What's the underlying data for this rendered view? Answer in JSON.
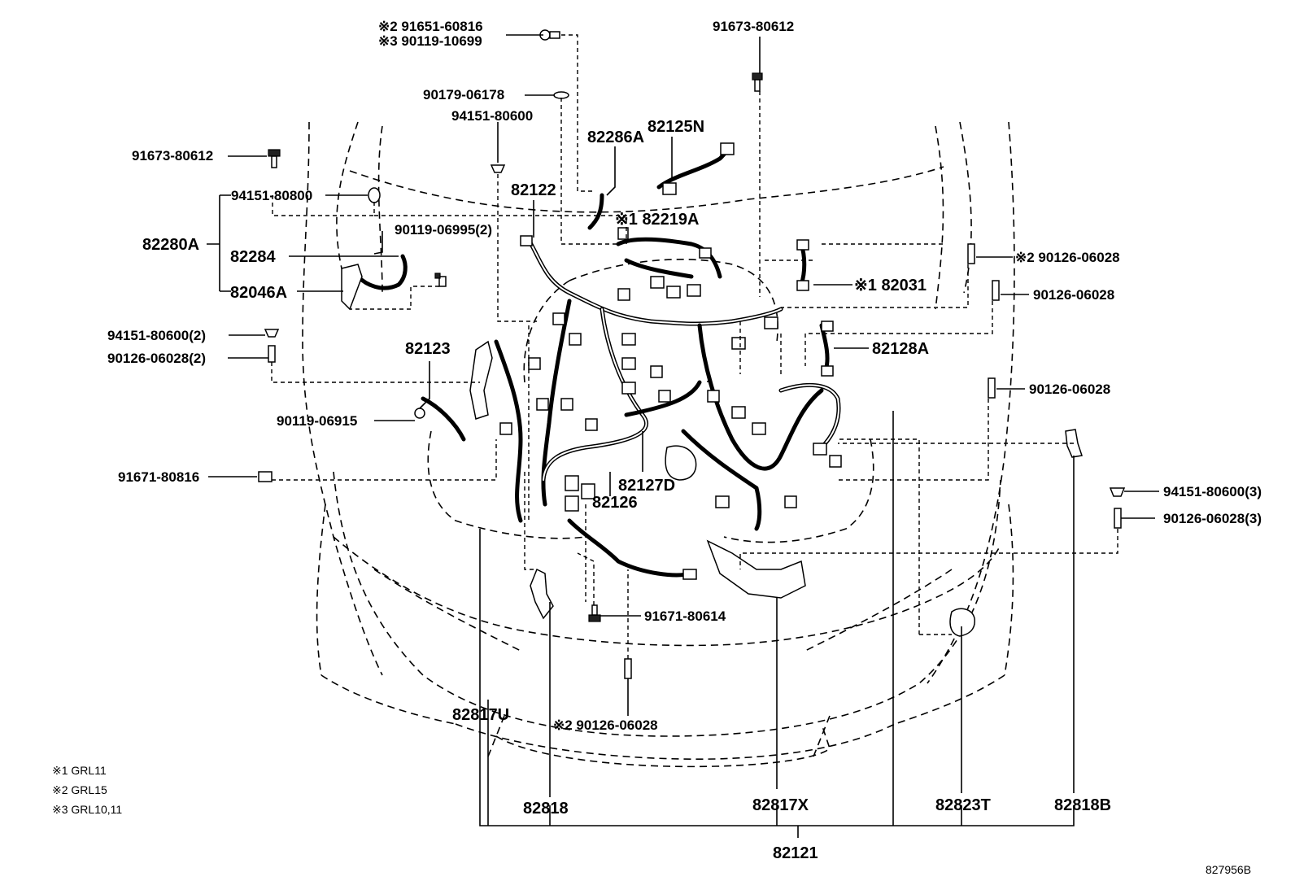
{
  "labels": {
    "p1": "※2 91651-60816",
    "p2": "※3 90119-10699",
    "p3": "91673-80612",
    "p4": "90179-06178",
    "p5": "94151-80600",
    "p6": "82286A",
    "p7": "82125N",
    "p8": "91673-80612",
    "p9": "94151-80800",
    "p10": "82122",
    "p11": "※1 82219A",
    "p12": "90119-06995(2)",
    "p13": "82280A",
    "p14": "82284",
    "p15": "82046A",
    "p16": "※2 90126-06028",
    "p17": "※1 82031",
    "p18": "90126-06028",
    "p19": "94151-80600(2)",
    "p20": "90126-06028(2)",
    "p21": "82123",
    "p22": "82128A",
    "p23": "90126-06028",
    "p24": "90119-06915",
    "p25": "91671-80816",
    "p26": "82127D",
    "p27": "82126",
    "p28": "94151-80600(3)",
    "p29": "90126-06028(3)",
    "p30": "91671-80614",
    "p31": "82817U",
    "p32": "※2 90126-06028",
    "p33": "82818",
    "p34": "82817X",
    "p35": "82823T",
    "p36": "82818B",
    "p37": "82121"
  },
  "notes": [
    "※1 GRL11",
    "※2 GRL15",
    "※3 GRL10,11"
  ],
  "diagram_id": "827956B"
}
